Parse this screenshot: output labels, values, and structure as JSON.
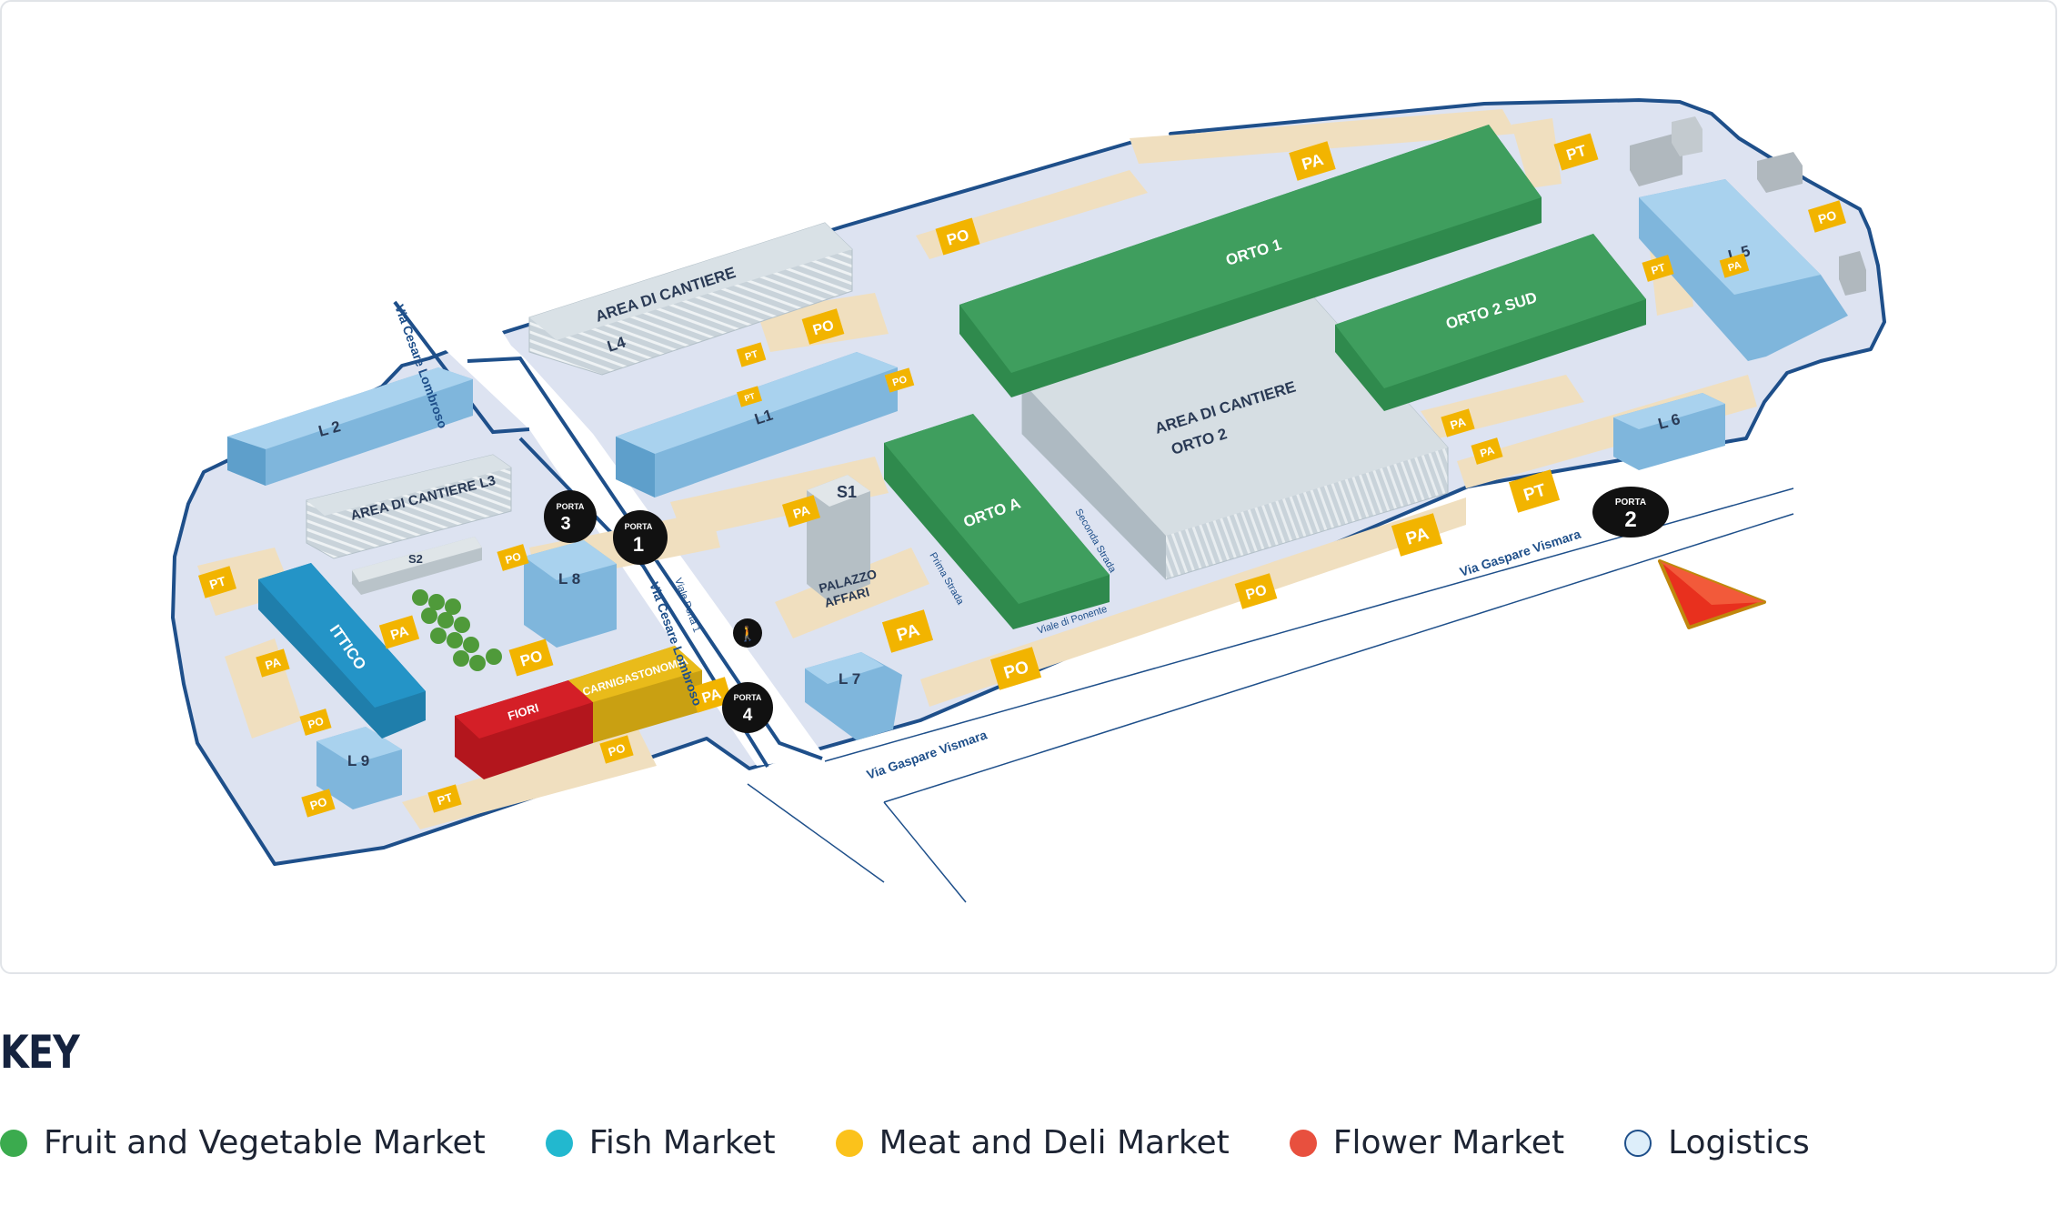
{
  "map": {
    "colors": {
      "ground": "#dde3f1",
      "outline": "#1e4f8a",
      "fruit_veg": "#3f9e5e",
      "fish": "#2494c7",
      "meat_deli": "#e9bb1a",
      "flower": "#d41f27",
      "logistics": "#93c5e6",
      "construction": "#c4d0d8",
      "parking_stripe": "#f0dfbf",
      "parking_tag": "#f2b400",
      "gate": "#111111",
      "arrow": "#e8301e"
    },
    "buildings": {
      "orto1": "ORTO 1",
      "orto2sud": "ORTO 2 SUD",
      "cantiere_orto2_line1": "AREA DI CANTIERE",
      "cantiere_orto2_line2": "ORTO 2",
      "ortoa": "ORTO A",
      "cantiere_l4_line1": "AREA DI CANTIERE",
      "cantiere_l4_line2": "L4",
      "cantiere_l3": "AREA DI CANTIERE L3",
      "l1": "L1",
      "l2": "L 2",
      "l5": "L 5",
      "l6": "L 6",
      "l7": "L 7",
      "l8": "L 8",
      "l9": "L 9",
      "s1": "S1",
      "s2": "S2",
      "palazzo_line1": "PALAZZO",
      "palazzo_line2": "AFFARI",
      "ittico": "ITTICO",
      "fiori": "FIORI",
      "carni": "CARNIGASTONOMIA"
    },
    "parking": [
      "PA",
      "PT",
      "PO",
      "PO",
      "PT",
      "PA",
      "PA",
      "PA",
      "PO",
      "PT",
      "PO",
      "PT",
      "PA",
      "PO",
      "PA",
      "PO",
      "PA",
      "PO",
      "PT",
      "PA",
      "PO",
      "PA",
      "PA",
      "PO",
      "PT",
      "PO",
      "PO",
      "PT"
    ],
    "gates": {
      "porta1_word": "PORTA",
      "porta1_num": "1",
      "porta2_word": "PORTA",
      "porta2_num": "2",
      "porta3_word": "PORTA",
      "porta3_num": "3",
      "porta4_word": "PORTA",
      "porta4_num": "4"
    },
    "streets": {
      "lombroso_top": "Via Cesare Lombroso",
      "lombroso_mid": "Via Cesare Lombroso",
      "vismara_right": "Via Gaspare Vismara",
      "vismara_bottom": "Via Gaspare Vismara",
      "viale_porta1": "Viale Porta 1",
      "prima_strada": "Prima Strada",
      "seconda_strada": "Seconda Strada",
      "viale_ponente": "Viale di Ponente"
    }
  },
  "key": {
    "title": "KEY",
    "items": [
      {
        "label": "Fruit and Vegetable Market",
        "color": "#3bab4e"
      },
      {
        "label": "Fish Market",
        "color": "#22b8cf"
      },
      {
        "label": "Meat and Deli Market",
        "color": "#fbc21b"
      },
      {
        "label": "Flower Market",
        "color": "#e8503e"
      },
      {
        "label": "Logistics",
        "color": "#ddeefa",
        "border": "#1e4f8a"
      }
    ]
  }
}
